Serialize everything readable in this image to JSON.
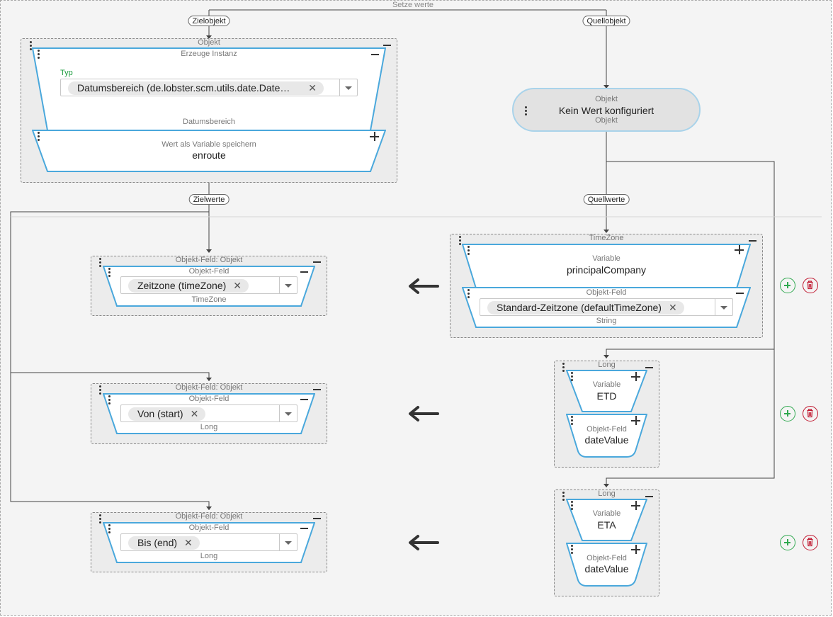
{
  "colors": {
    "accent_blue": "#4aa8dc",
    "add_green": "#2fa84f",
    "delete_red": "#c0172f"
  },
  "top": {
    "title": "Setze werte",
    "left_pill": "Zielobjekt",
    "right_pill": "Quellobjekt",
    "left_values_pill": "Zielwerte",
    "right_values_pill": "Quellwerte"
  },
  "target_object": {
    "group_title": "Objekt",
    "create_title": "Erzeuge Instanz",
    "typ_label": "Typ",
    "typ_value": "Datumsbereich (de.lobster.scm.utils.date.Date…",
    "range_label": "Datumsbereich",
    "save_label": "Wert als Variable speichern",
    "save_value": "enroute"
  },
  "source_object": {
    "top_label": "Objekt",
    "value": "Kein Wert konfiguriert",
    "bottom_label": "Objekt"
  },
  "rows": [
    {
      "target": {
        "group_title": "Objekt-Feld: Objekt",
        "field_title": "Objekt-Feld",
        "value": "Zeitzone (timeZone)",
        "type": "TimeZone"
      },
      "source": {
        "group_title": "TimeZone",
        "variable_label": "Variable",
        "variable_value": "principalCompany",
        "field_label": "Objekt-Feld",
        "field_value": "Standard-Zeitzone (defaultTimeZone)",
        "field_type": "String"
      }
    },
    {
      "target": {
        "group_title": "Objekt-Feld: Objekt",
        "field_title": "Objekt-Feld",
        "value": "Von (start)",
        "type": "Long"
      },
      "source": {
        "group_title": "Long",
        "variable_label": "Variable",
        "variable_value": "ETD",
        "field_label": "Objekt-Feld",
        "field_value": "dateValue"
      }
    },
    {
      "target": {
        "group_title": "Objekt-Feld: Objekt",
        "field_title": "Objekt-Feld",
        "value": "Bis (end)",
        "type": "Long"
      },
      "source": {
        "group_title": "Long",
        "variable_label": "Variable",
        "variable_value": "ETA",
        "field_label": "Objekt-Feld",
        "field_value": "dateValue"
      }
    }
  ],
  "icons": {
    "remove": "x-icon",
    "dropdown": "caret-down-icon",
    "menu": "vertical-dots-icon",
    "collapse": "minus-icon",
    "expand": "plus-icon",
    "assign": "arrow-left-icon",
    "add": "plus-circle-icon",
    "delete": "trash-icon"
  }
}
